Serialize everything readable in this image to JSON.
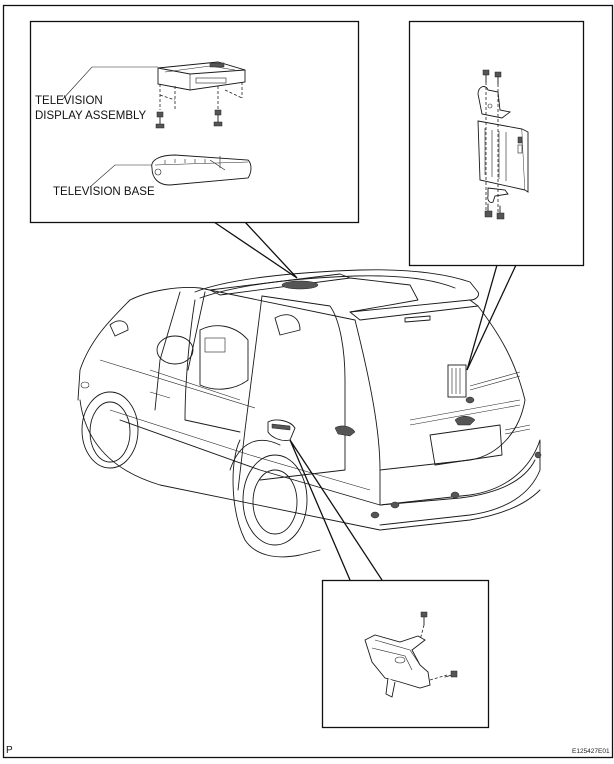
{
  "figure": {
    "id_code": "E125427E01",
    "page_marker": "P",
    "description": "Rear entertainment / television display component location diagram on minivan"
  },
  "callouts": {
    "top_left": {
      "labels": {
        "display_assembly_line1": "TELEVISION",
        "display_assembly_line2": "DISPLAY ASSEMBLY",
        "base": "TELEVISION BASE"
      }
    },
    "top_right": {
      "labels": {}
    },
    "bottom": {
      "labels": {}
    }
  }
}
